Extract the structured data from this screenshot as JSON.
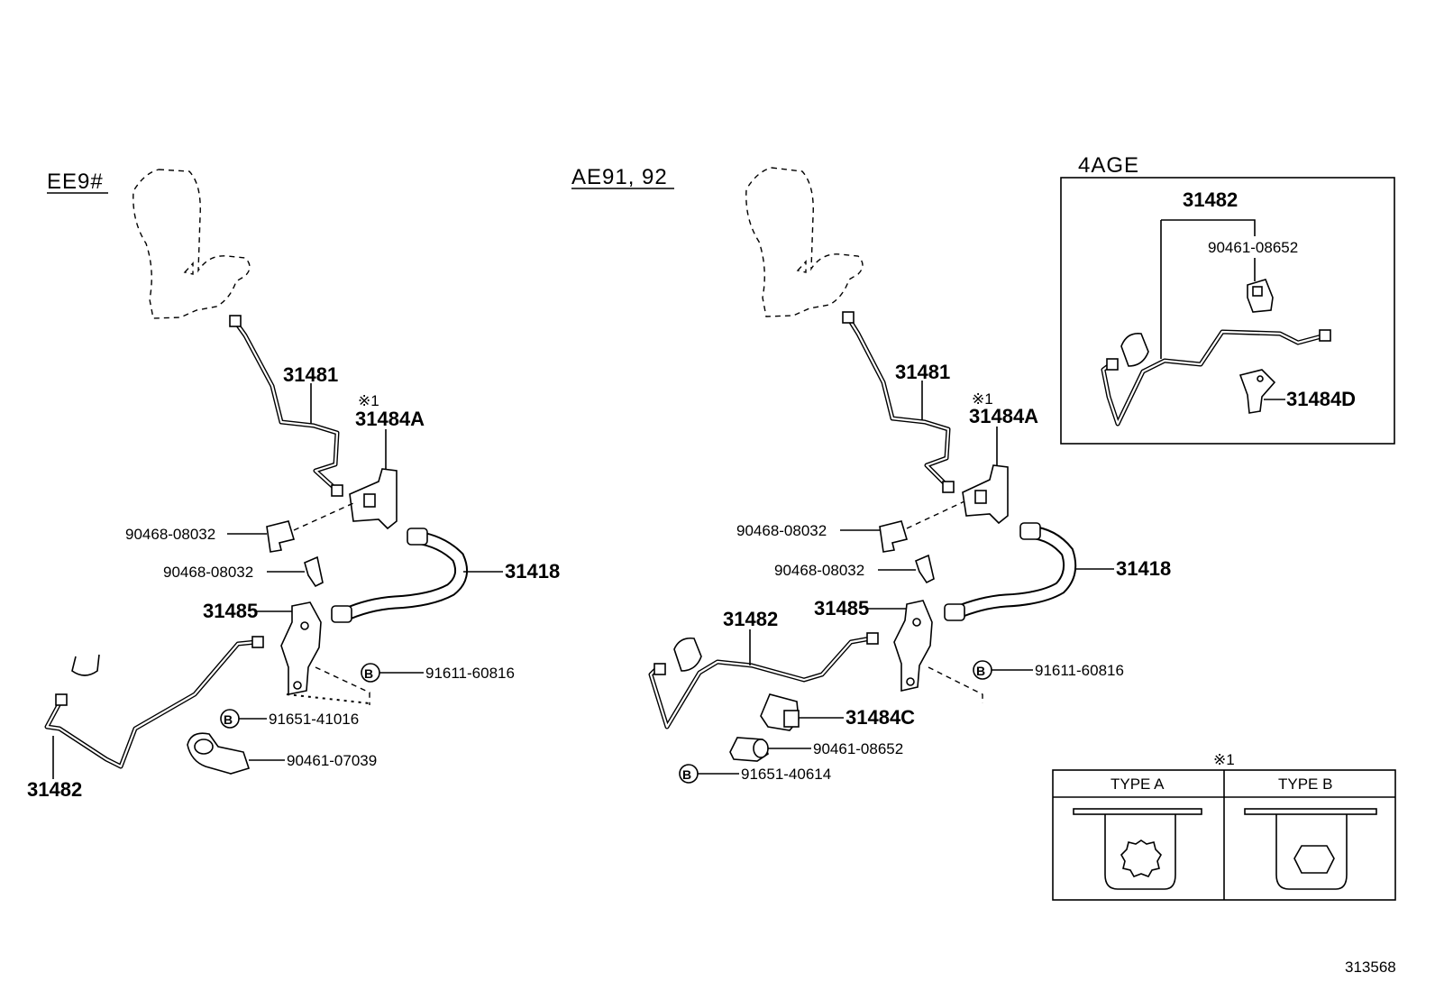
{
  "sections": {
    "ee": {
      "title": "EE9#"
    },
    "ae": {
      "title": "AE91, 92"
    },
    "inset_4age": {
      "title": "4AGE"
    },
    "type_table": {
      "note_mark": "※1",
      "col_a": "TYPE  A",
      "col_b": "TYPE  B"
    }
  },
  "bolt_symbol": "B",
  "labels": {
    "ee_31481": "31481",
    "ee_note": "※1",
    "ee_31484a": "31484A",
    "ee_90468_a": "90468-08032",
    "ee_90468_b": "90468-08032",
    "ee_31418": "31418",
    "ee_31485": "31485",
    "ee_91611": "91611-60816",
    "ee_91651": "91651-41016",
    "ee_90461": "90461-07039",
    "ee_31482": "31482",
    "ae_31481": "31481",
    "ae_note": "※1",
    "ae_31484a": "31484A",
    "ae_90468_a": "90468-08032",
    "ae_90468_b": "90468-08032",
    "ae_31418": "31418",
    "ae_31485": "31485",
    "ae_31482": "31482",
    "ae_91611": "91611-60816",
    "ae_31484c": "31484C",
    "ae_90461": "90461-08652",
    "ae_91651": "91651-40614",
    "in_31482": "31482",
    "in_90461": "90461-08652",
    "in_31484d": "31484D"
  },
  "figure_id": "313568"
}
